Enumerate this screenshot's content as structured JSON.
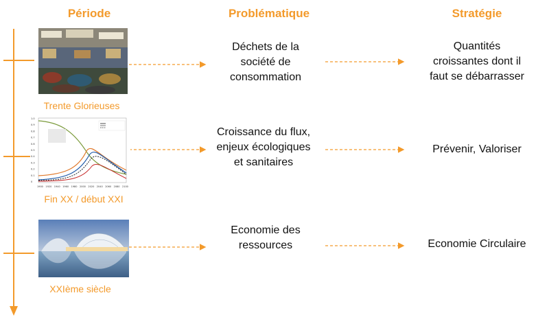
{
  "headers": {
    "periode": "Période",
    "problematique": "Problématique",
    "strategie": "Stratégie"
  },
  "rows": [
    {
      "period": "Trente Glorieuses",
      "problem": [
        "Déchets de la",
        "société de",
        "consommation"
      ],
      "strategy": [
        "Quantités",
        "croissantes dont il",
        "faut se débarrasser"
      ]
    },
    {
      "period": "Fin XX / début XXI",
      "problem": [
        "Croissance du flux,",
        "enjeux écologiques",
        "et sanitaires"
      ],
      "strategy": [
        "Prévenir, Valoriser"
      ]
    },
    {
      "period": "XXIème siècle",
      "problem": [
        "Economie des",
        "ressources"
      ],
      "strategy": [
        "Economie Circulaire"
      ]
    }
  ],
  "colors": {
    "accent": "#f39a2b",
    "text": "#111111"
  },
  "chart_thumbnail": {
    "y_ticks": [
      "1.0",
      "0.9",
      "0.8",
      "0.7",
      "0.6",
      "0.5",
      "0.4",
      "0.3",
      "0.2",
      "0.1",
      "0"
    ],
    "x_ticks": [
      "1900",
      "1920",
      "1940",
      "1960",
      "1980",
      "2000",
      "2020",
      "2040",
      "2060",
      "2080",
      "2100"
    ]
  }
}
